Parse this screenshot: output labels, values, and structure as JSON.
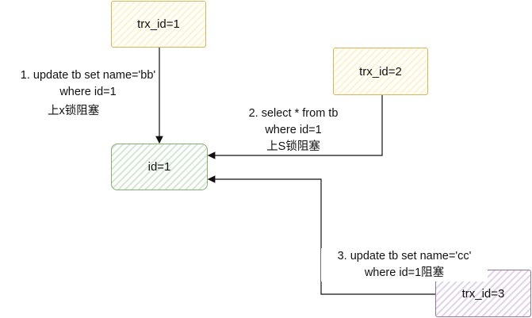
{
  "nodes": {
    "trx1": "trx_id=1",
    "trx2": "trx_id=2",
    "trx3": "trx_id=3",
    "row": "id=1"
  },
  "labels": {
    "step1": {
      "line1": "1. update tb set name='bb'",
      "line2": "where id=1",
      "line3": "上x锁阻塞"
    },
    "step2": {
      "line1": "2. select * from tb",
      "line2": "where id=1",
      "line3": "上S锁阻塞"
    },
    "step3": {
      "line1": "3. update tb set name='cc'",
      "line2": "where id=1阻塞"
    }
  },
  "colors": {
    "yellow_stroke": "#d6b656",
    "green_stroke": "#82b366",
    "purple_stroke": "#9673a6",
    "edge": "#111111"
  }
}
